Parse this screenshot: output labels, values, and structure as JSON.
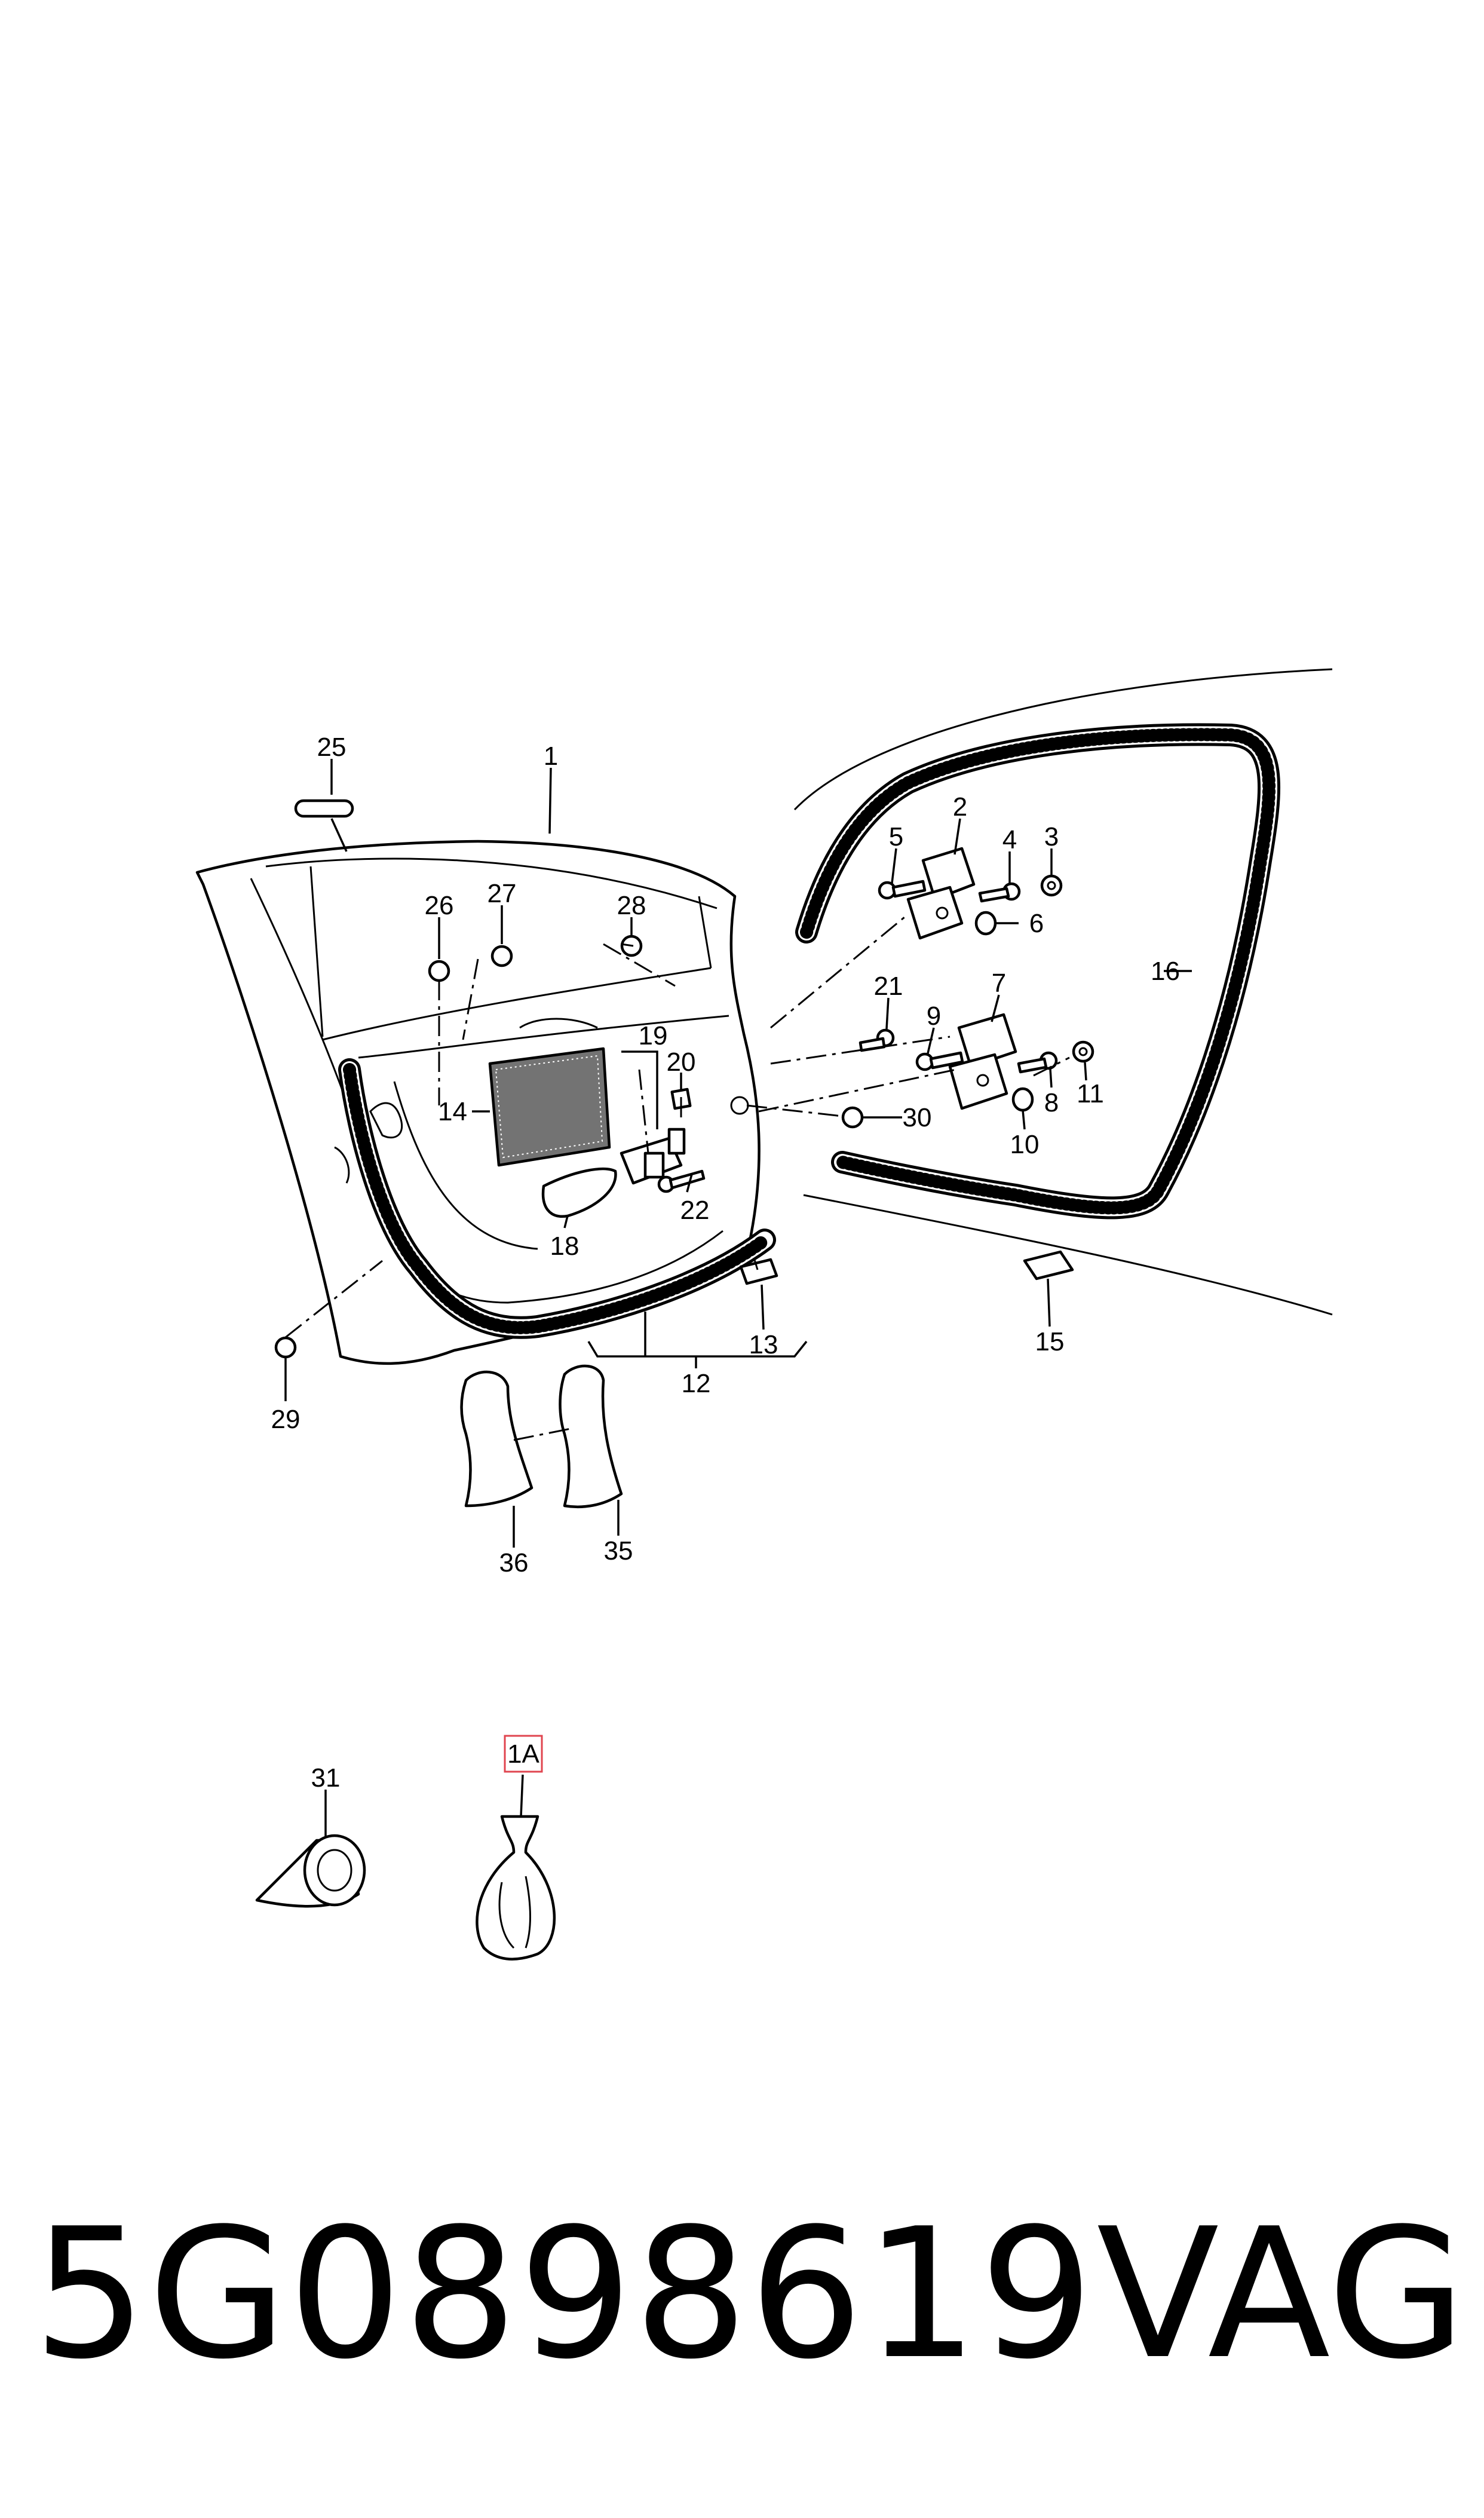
{
  "callouts": {
    "c1": "1",
    "c1a": "1A",
    "c2": "2",
    "c3": "3",
    "c4": "4",
    "c5": "5",
    "c6": "6",
    "c7": "7",
    "c8": "8",
    "c9": "9",
    "c10": "10",
    "c11": "11",
    "c12": "12",
    "c13": "13",
    "c14": "14",
    "c15": "15",
    "c16": "16",
    "c18": "18",
    "c19": "19",
    "c20": "20",
    "c21": "21",
    "c22": "22",
    "c25": "25",
    "c26": "26",
    "c27": "27",
    "c28": "28",
    "c29": "29",
    "c30": "30",
    "c31": "31",
    "c35": "35",
    "c36": "36"
  },
  "highlight_color": "#e0454f",
  "footer": {
    "part_number": "5G0898619",
    "brand": "VAG"
  }
}
